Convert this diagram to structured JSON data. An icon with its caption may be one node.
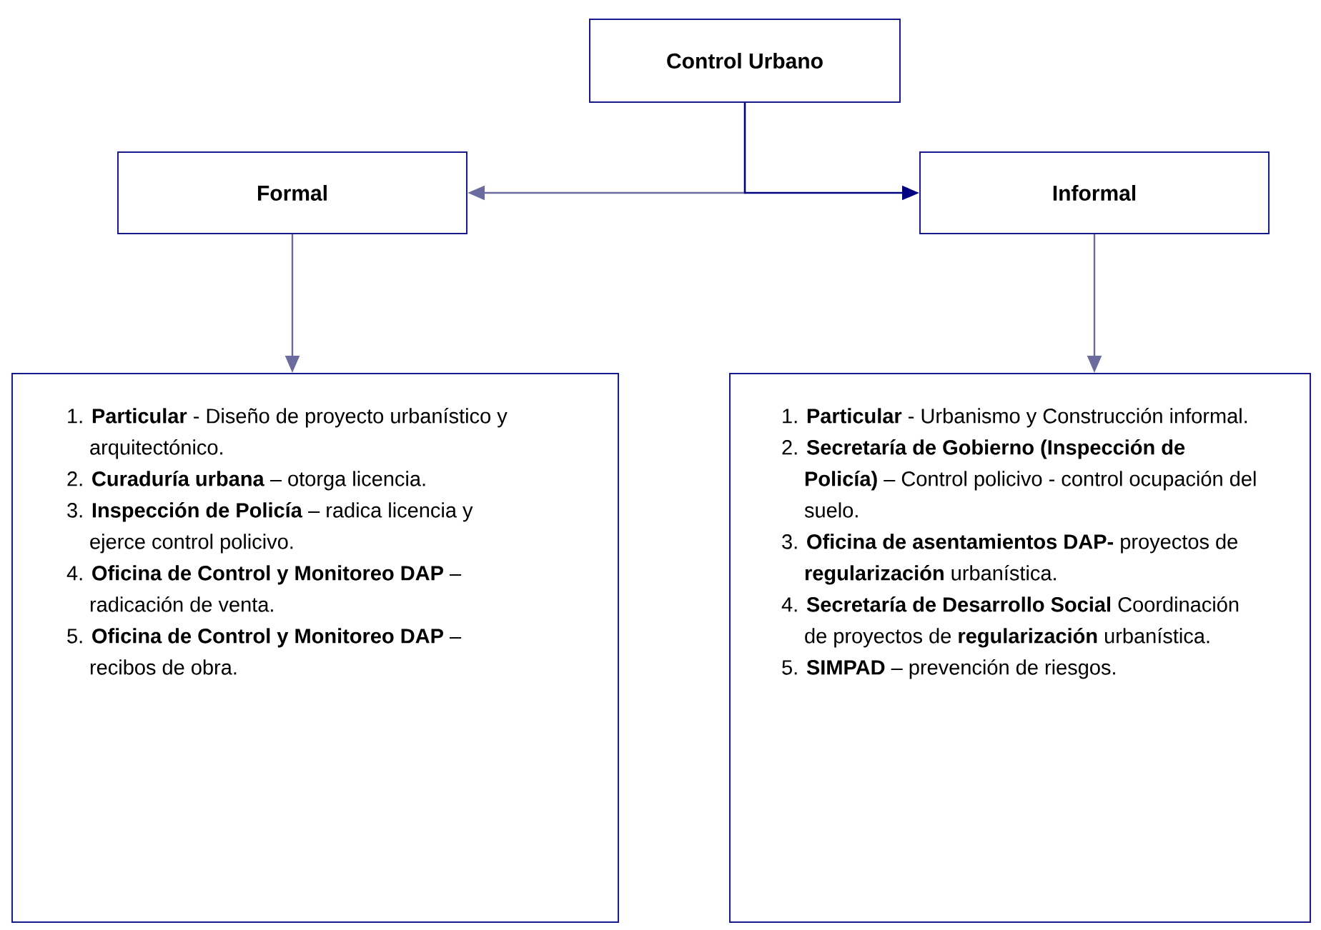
{
  "diagram": {
    "nodes": [
      {
        "text": [
          "Control Urbano"
        ]
      },
      {
        "text": [
          "Formal"
        ]
      },
      {
        "text": [
          "Informal"
        ]
      },
      {
        "text": [
          "1. **Particular** - Diseño de proyecto urbanístico y arquitectónico.",
          "2. **Curaduría urbana** – otorga licencia.",
          "3. **Inspección de Policía** – radica licencia y ejerce control policivo.",
          "4. **Oficina de Control y Monitoreo DAP** – radicación de venta.",
          "5. **Oficina de Control y Monitoreo DAP** – recibos de obra."
        ]
      },
      {
        "text": [
          "1. **Particular** - Urbanismo y Construcción informal.",
          "2. **Secretaría de Gobierno (Inspección de Policía)** – Control policivo - control ocupación del suelo.",
          "3. **Oficina de asentamientos DAP-** proyectos de **regularización** urbanística.",
          "4. **Secretaría de Desarrollo Social** Coordinación de proyectos de **regularización** urbanística.",
          "5. **SIMPAD** – prevención de riesgos."
        ]
      }
    ],
    "edges": [
      {
        "from": 0,
        "to": 1,
        "arrow": "to"
      },
      {
        "from": 0,
        "to": 2,
        "arrow": "to",
        "color": "#000080"
      },
      {
        "from": 1,
        "to": 3,
        "arrow": "to"
      },
      {
        "from": 2,
        "to": 4,
        "arrow": "to"
      }
    ]
  }
}
